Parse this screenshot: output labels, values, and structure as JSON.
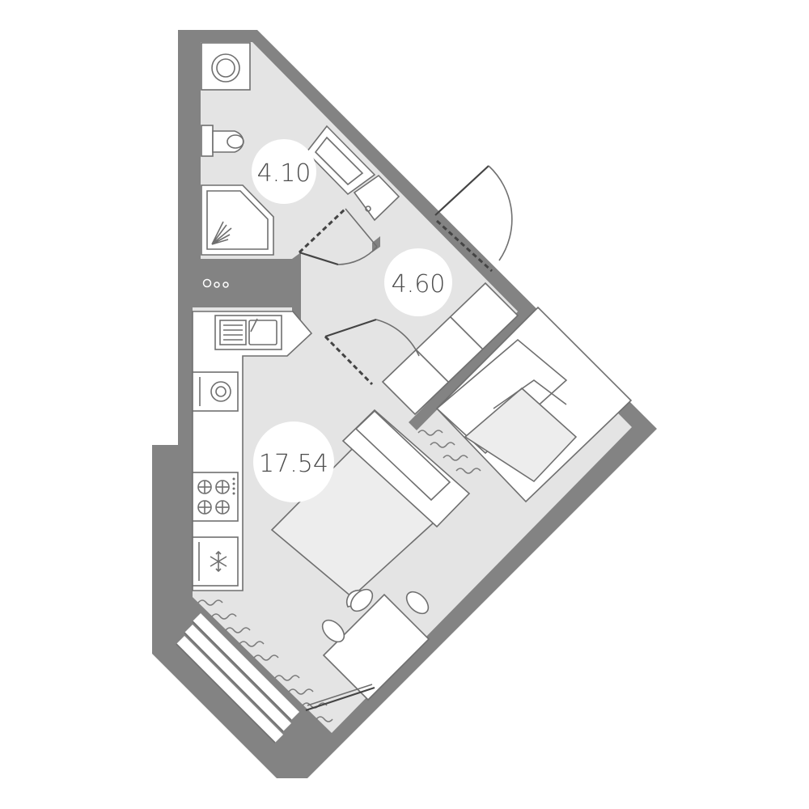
{
  "rooms": [
    {
      "id": "bathroom",
      "area": "4.10"
    },
    {
      "id": "hallway",
      "area": "4.60"
    },
    {
      "id": "living-room",
      "area": "17.54"
    }
  ],
  "colors": {
    "wall": "#838383",
    "floor": "#e4e4e4",
    "fixture": "#ffffff",
    "line": "#6f6f6f"
  },
  "icons": [
    "washing-machine-icon",
    "toilet-icon",
    "sink-icon",
    "shower-icon",
    "kitchen-sink-icon",
    "dishwasher-icon",
    "stove-icon",
    "fridge-icon",
    "bed-icon",
    "table-icon",
    "chair-icon",
    "door-icon",
    "window-icon",
    "riser-icon"
  ]
}
